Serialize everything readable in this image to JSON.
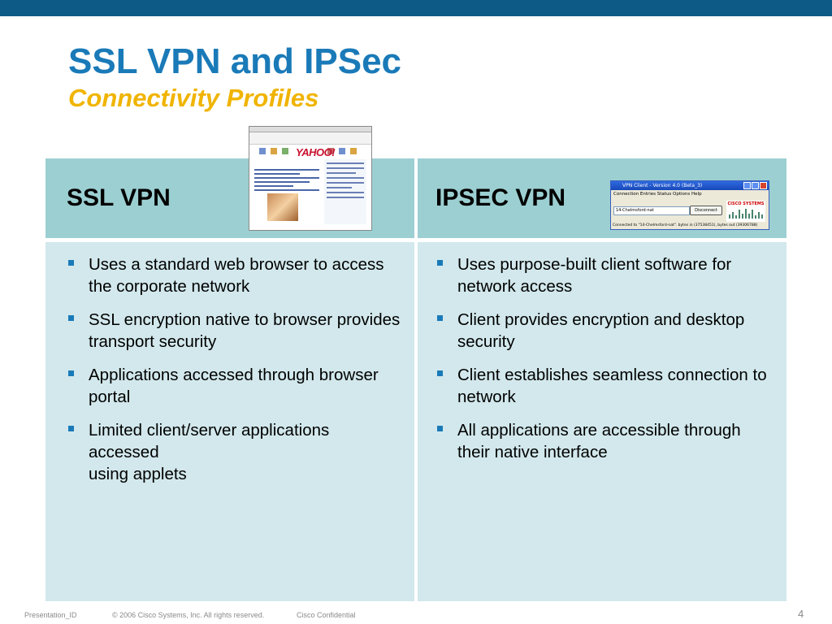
{
  "colors": {
    "top_bar": "#0e5a86",
    "title": "#1a7ab8",
    "subtitle": "#f0b400",
    "header_bg": "#9ccfd2",
    "body_bg": "#d2e8ec",
    "bullet": "#1a7ab8"
  },
  "title": "SSL VPN and IPSec",
  "subtitle": "Connectivity Profiles",
  "left": {
    "heading": "SSL VPN",
    "bullets": [
      "Uses a standard web browser to access the corporate network",
      "SSL encryption native to browser provides transport security",
      "Applications accessed through browser portal",
      "Limited client/server applications accessed\nusing applets"
    ],
    "image": {
      "logo_text": "YAHOO!"
    }
  },
  "right": {
    "heading": "IPSEC VPN",
    "bullets": [
      "Uses purpose-built client software for network access",
      "Client provides encryption and desktop security",
      "Client establishes seamless connection to network",
      "All applications are accessible through their native interface"
    ],
    "image": {
      "window_title": "VPN Client - Version 4.0 (Beta_3)",
      "menu": "Connection Entries  Status  Options  Help",
      "entry": "14-Chelmsford-nat",
      "button": "Disconnect",
      "brand": "CISCO SYSTEMS",
      "status": "Connected to \"14-Chelmsford-nat\".     bytes in (37538451), bytes out (39306788)"
    }
  },
  "footer": {
    "presentation_id": "Presentation_ID",
    "copyright": "© 2006 Cisco Systems, Inc. All rights reserved.",
    "confidential": "Cisco Confidential",
    "page": "4"
  }
}
